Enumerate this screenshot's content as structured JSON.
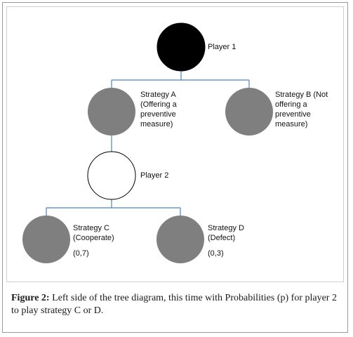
{
  "colors": {
    "line": "#4f81bd",
    "player1_node": "#000000",
    "strategy_node": "#7f7f7f",
    "player2_node": "#ffffff"
  },
  "nodes": {
    "player1": {
      "label": "Player 1"
    },
    "strategy_a": {
      "lines": [
        "Strategy A",
        "(Offering a",
        "preventive",
        "measure)"
      ]
    },
    "strategy_b": {
      "lines": [
        "Strategy B (Not",
        "offering a",
        "preventive",
        "measure)"
      ]
    },
    "player2": {
      "label": "Player 2"
    },
    "strategy_c": {
      "lines": [
        "Strategy C",
        "(Cooperate)"
      ],
      "payoff": "(0,7)"
    },
    "strategy_d": {
      "lines": [
        "Strategy D",
        "(Defect)"
      ],
      "payoff": "(0,3)"
    }
  },
  "caption": {
    "label": "Figure 2:",
    "text": " Left side of the tree diagram, this time with Probabilities (p) for player 2 to play strategy C or D."
  }
}
